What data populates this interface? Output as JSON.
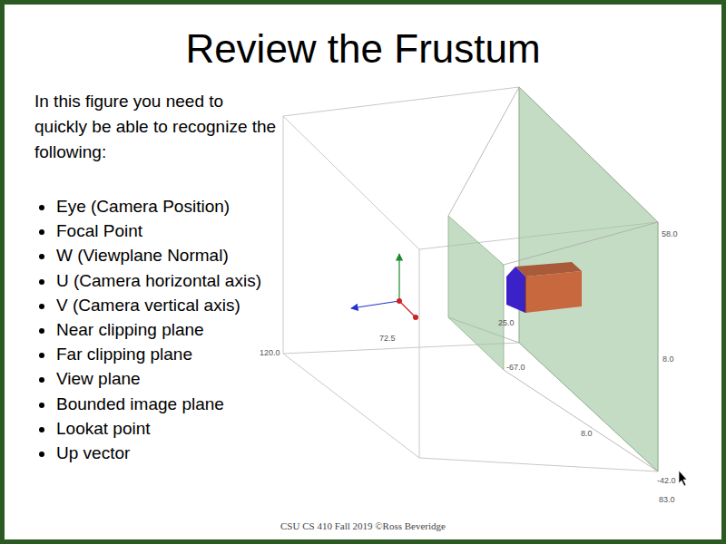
{
  "diagram": {
    "title": "Review the Frustum",
    "caption": "CSU CS 410 Fall 2019 ©Ross Beveridge",
    "labels": [
      "In this figure you need to quickly be able to recognize the following:",
      "Eye (Camera Position)",
      "Focal Point",
      "W (Viewplane Normal)",
      "U (Camera horizontal axis)",
      "V (Camera vertical axis)",
      "Near clipping plane",
      "Far clipping plane",
      "View plane",
      "Bounded image plane",
      "Lookat point",
      "Up vector",
      "58.0",
      "8.0",
      "25.0",
      "-67.0",
      "120.0",
      "72.5",
      "8.0",
      "-42.0",
      "83.0"
    ]
  }
}
